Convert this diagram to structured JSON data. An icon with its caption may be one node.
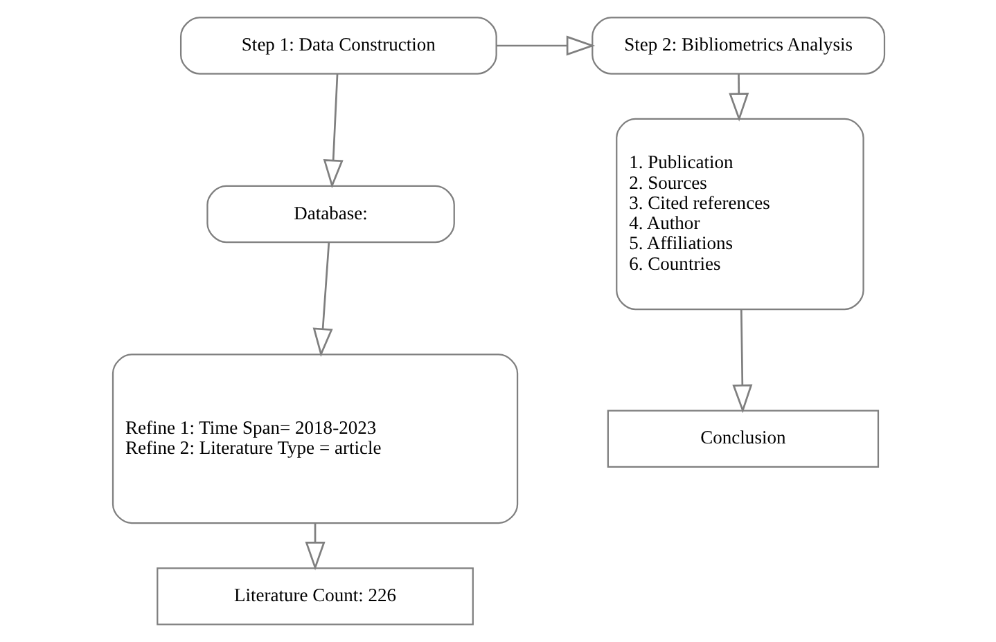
{
  "diagram": {
    "nodes": [
      {
        "text": [
          "Step 1: Data Construction"
        ]
      },
      {
        "text": [
          "Database:"
        ]
      },
      {
        "text": [
          "Refine 1: Time Span= 2018-2023",
          "Refine 2: Literature Type = article"
        ]
      },
      {
        "text": [
          "Literature Count: 226"
        ]
      },
      {
        "text": [
          "Step 2: Bibliometrics Analysis"
        ]
      },
      {
        "text": [
          "1. Publication",
          "2. Sources",
          "3. Cited references",
          "4. Author",
          "5. Affiliations",
          "6. Countries"
        ]
      },
      {
        "text": [
          "Conclusion"
        ]
      }
    ],
    "edges": [
      {
        "from": 0,
        "to": 1,
        "arrow": "to"
      },
      {
        "from": 1,
        "to": 2,
        "arrow": "to"
      },
      {
        "from": 2,
        "to": 3,
        "arrow": "to"
      },
      {
        "from": 0,
        "to": 4,
        "arrow": "to"
      },
      {
        "from": 4,
        "to": 5,
        "arrow": "to"
      },
      {
        "from": 5,
        "to": 6,
        "arrow": "to"
      }
    ]
  }
}
